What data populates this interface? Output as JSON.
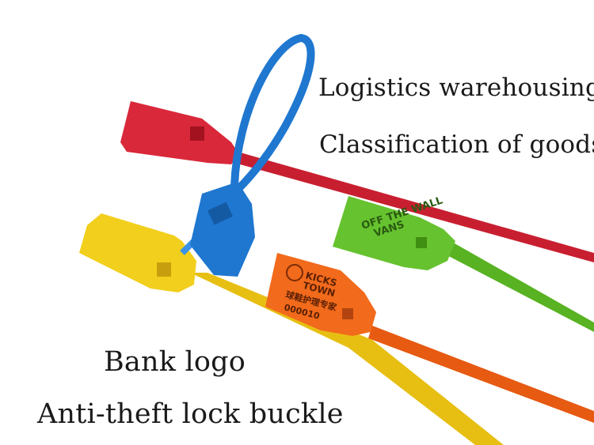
{
  "captions": {
    "line1": "Logistics warehousing",
    "line2": "Classification of goods",
    "line3": "Bank logo",
    "line4": "Anti-theft lock buckle"
  },
  "tags": {
    "green_brand_line1": "OFF THE WALL",
    "green_brand_line2": "VANS",
    "orange_brand_line1": "KICKS",
    "orange_brand_line2": "TOWN",
    "orange_chinese": "球鞋护理专家",
    "orange_serial": "000010"
  },
  "colors": {
    "red": "#d9283a",
    "blue": "#1f77d0",
    "yellow": "#f2cf1c",
    "green": "#66c22e",
    "orange": "#f26a1b",
    "text": "#1a1a1a"
  }
}
